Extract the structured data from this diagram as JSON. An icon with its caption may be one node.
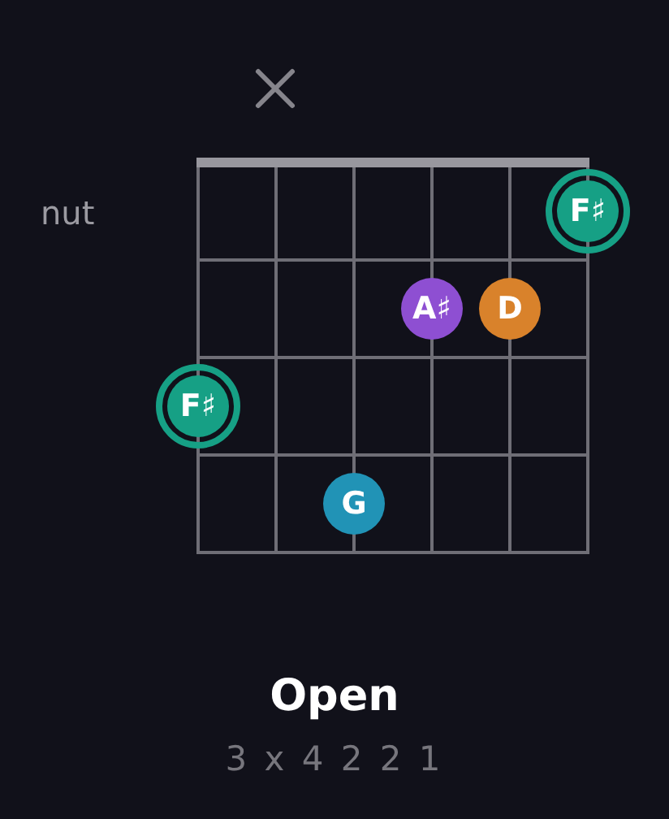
{
  "diagram": {
    "title": "Open",
    "caption": "3 x 4 2 2 1",
    "nodes": [
      {
        "text": [
          "F♯"
        ]
      },
      {
        "text": [
          "A♯"
        ]
      },
      {
        "text": [
          "D"
        ]
      },
      {
        "text": [
          "F♯"
        ]
      },
      {
        "text": [
          "G"
        ]
      }
    ],
    "labels": [
      "nut"
    ]
  }
}
